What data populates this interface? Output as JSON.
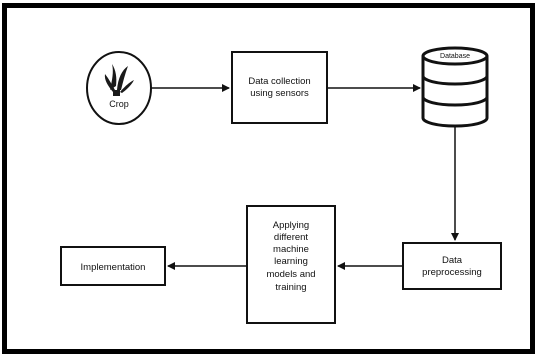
{
  "nodes": {
    "crop": "Crop",
    "collection_line1": "Data collection",
    "collection_line2": "using sensors",
    "database": "Database",
    "preprocess_line1": "Data",
    "preprocess_line2": "preprocessing",
    "apply_line1": "Applying",
    "apply_line2": "different",
    "apply_line3": "machine",
    "apply_line4": "learning",
    "apply_line5": "models and",
    "apply_line6": "training",
    "implementation": "Implementation"
  },
  "colors": {
    "stroke": "#111111",
    "db_fill": "#ffffff",
    "plant": "#1a1a1a"
  }
}
